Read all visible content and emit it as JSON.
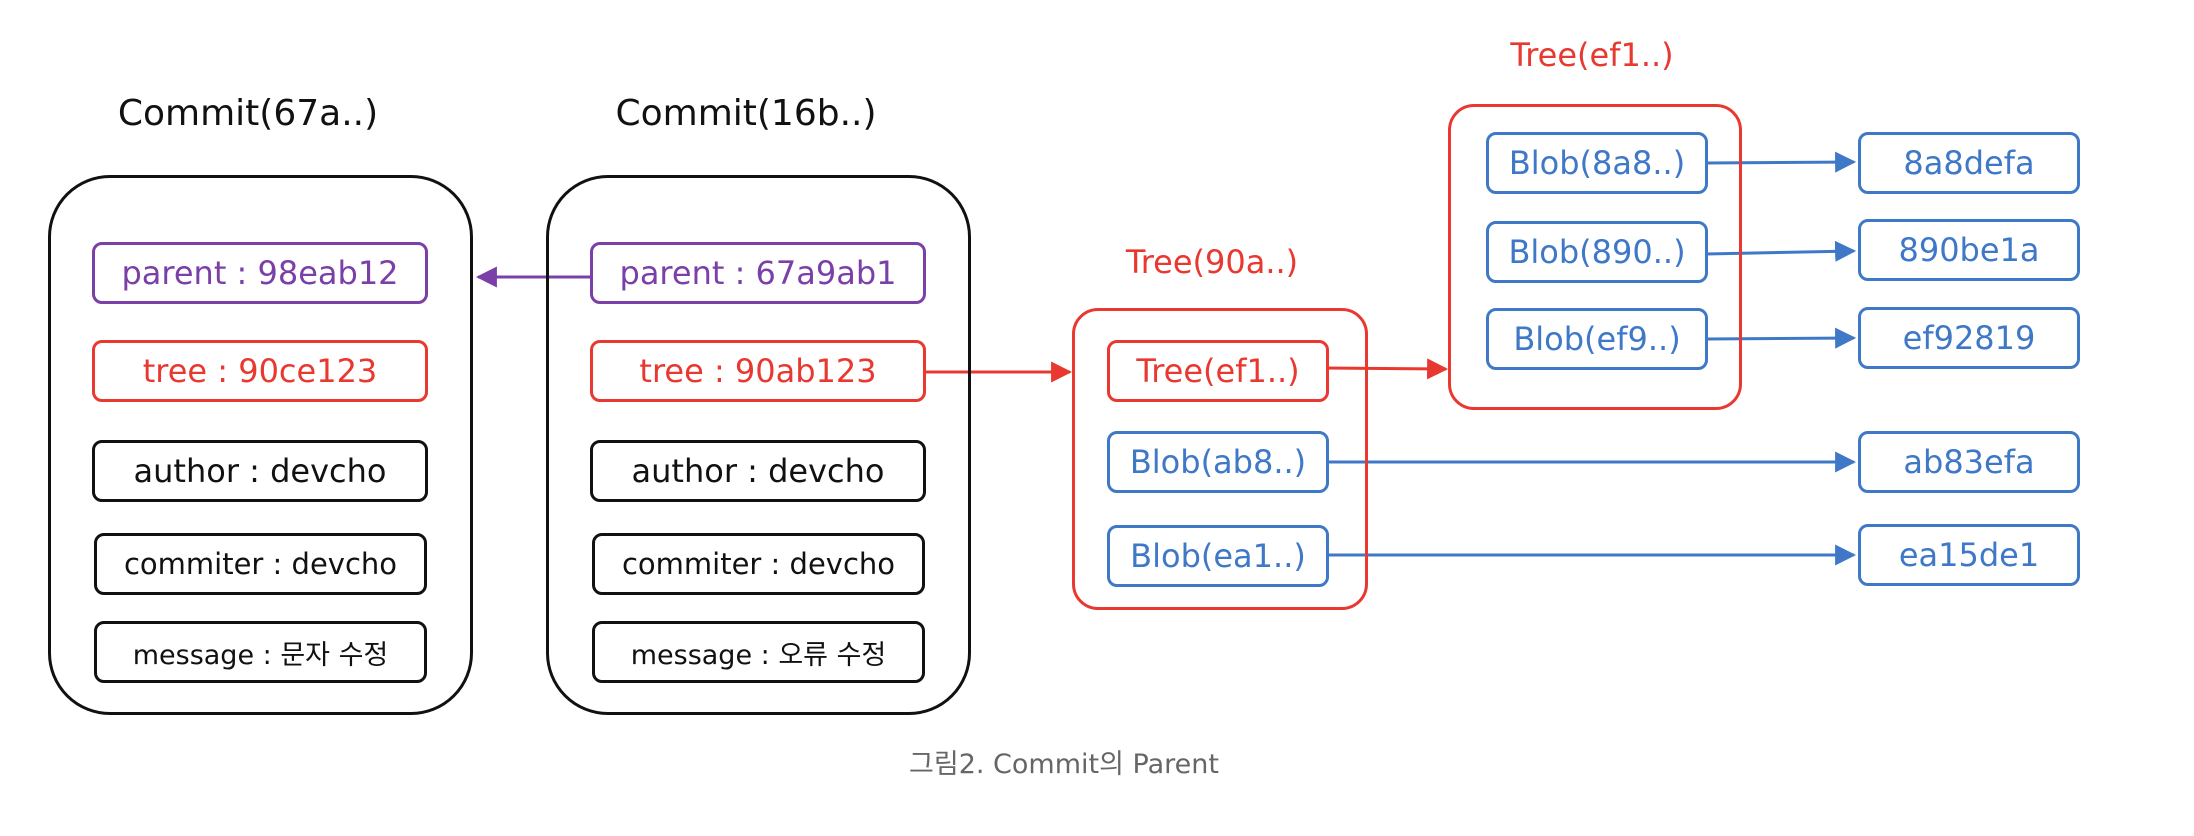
{
  "commits": [
    {
      "title": "Commit(67a..)",
      "fields": {
        "parent": "parent : 98eab12",
        "tree": "tree : 90ce123",
        "author": "author : devcho",
        "commiter": "commiter : devcho",
        "message": "message : 문자 수정"
      }
    },
    {
      "title": "Commit(16b..)",
      "fields": {
        "parent": "parent : 67a9ab1",
        "tree": "tree : 90ab123",
        "author": "author : devcho",
        "commiter": "commiter : devcho",
        "message": "message : 오류 수정"
      }
    }
  ],
  "tree_90a": {
    "title": "Tree(90a..)",
    "entries": [
      "Tree(ef1..)",
      "Blob(ab8..)",
      "Blob(ea1..)"
    ]
  },
  "tree_ef1": {
    "title": "Tree(ef1..)",
    "entries": [
      "Blob(8a8..)",
      "Blob(890..)",
      "Blob(ef9..)"
    ]
  },
  "blob_contents": [
    "8a8defa",
    "890be1a",
    "ef92819",
    "ab83efa",
    "ea15de1"
  ],
  "caption": "그림2. Commit의 Parent",
  "colors": {
    "parent": "#7b3fa8",
    "tree": "#e8382f",
    "blob": "#3e78c7",
    "neutral": "#111111"
  }
}
